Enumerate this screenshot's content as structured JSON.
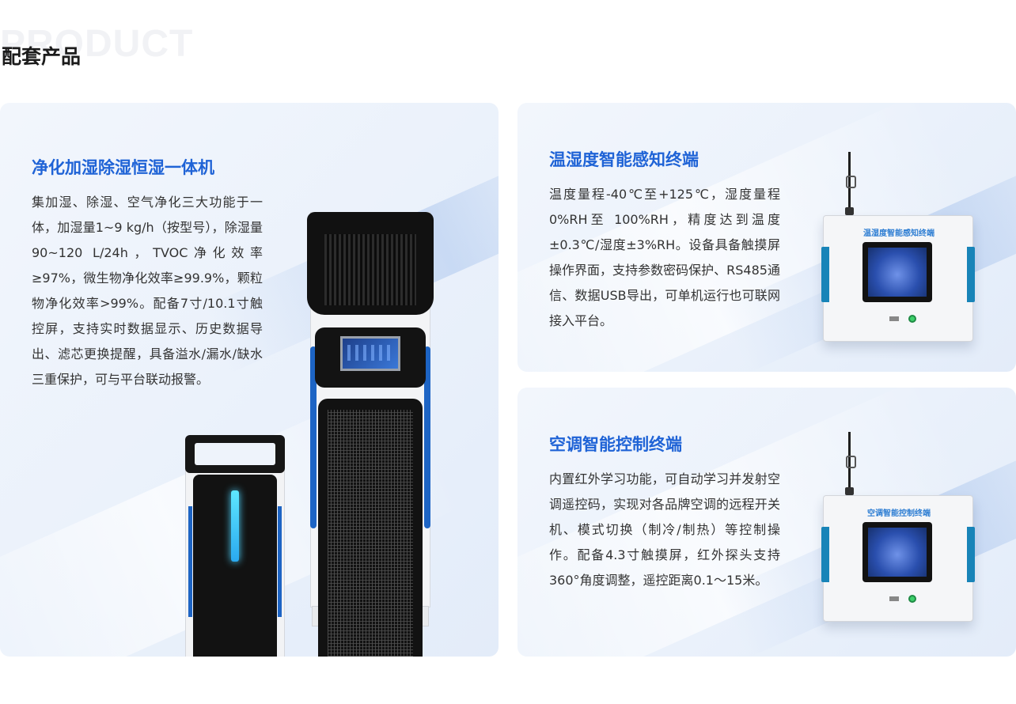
{
  "header": {
    "watermark": "PRODUCT",
    "title": "配套产品"
  },
  "products": [
    {
      "title": "净化加湿除湿恒湿一体机",
      "description": "集加湿、除湿、空气净化三大功能于一体，加湿量1~9 kg/h（按型号），除湿量90~120 L/24h，TVOC净化效率≥97%，微生物净化效率≥99.9%，颗粒物净化效率>99%。配备7寸/10.1寸触控屏，支持实时数据显示、历史数据导出、滤芯更换提醒，具备溢水/漏水/缺水三重保护，可与平台联动报警。"
    },
    {
      "title": "温湿度智能感知终端",
      "description": "温度量程-40℃至+125℃，湿度量程0%RH至 100%RH，精度达到温度±0.3℃/湿度±3%RH。设备具备触摸屏操作界面，支持参数密码保护、RS485通信、数据USB导出，可单机运行也可联网接入平台。",
      "device_label": "温湿度智能感知终端"
    },
    {
      "title": "空调智能控制终端",
      "description": "内置红外学习功能，可自动学习并发射空调遥控码，实现对各品牌空调的远程开关机、模式切换（制冷/制热）等控制操作。配备4.3寸触摸屏，红外探头支持360°角度调整，遥控距离0.1～15米。",
      "device_label": "空调智能控制终端"
    }
  ],
  "colors": {
    "accent": "#1f63d6",
    "card_bg": "#eaf1fb",
    "device_blue": "#1884b8"
  }
}
